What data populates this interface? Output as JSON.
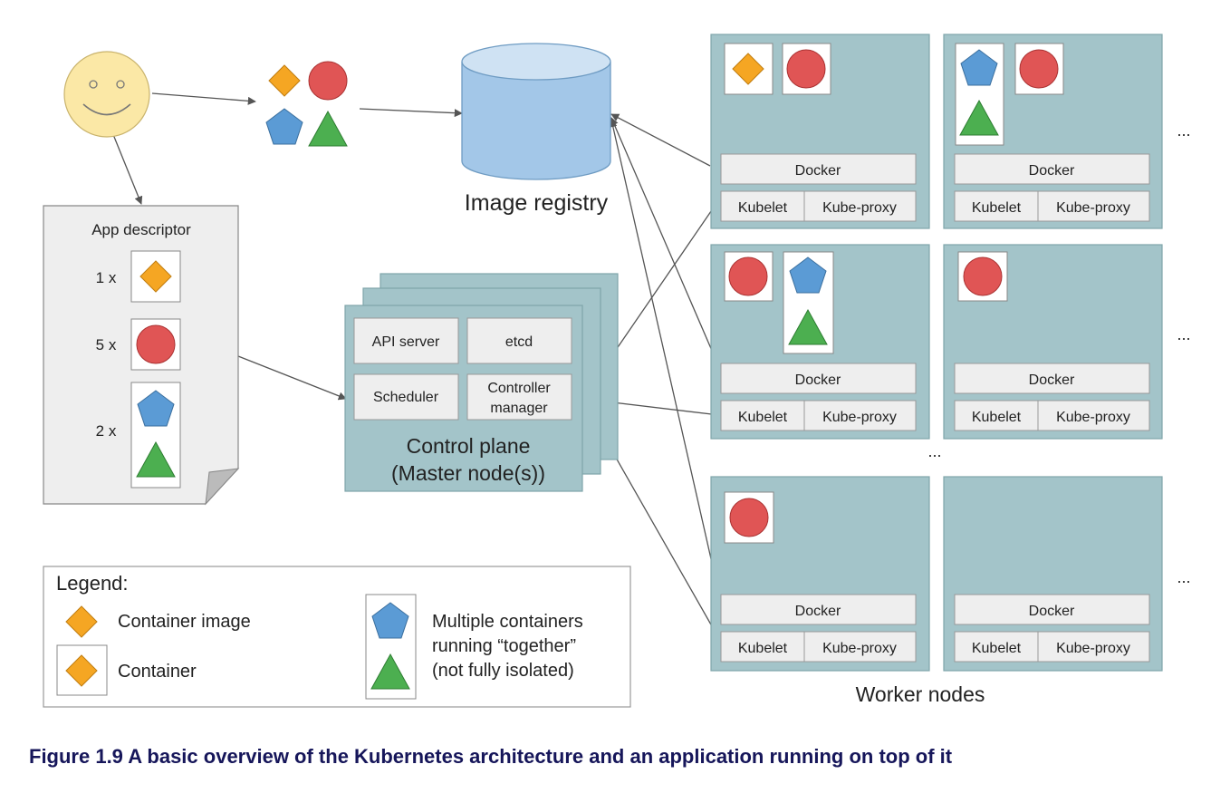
{
  "colors": {
    "diamond": "#f5a623",
    "circle": "#e05555",
    "pentagon": "#5b9bd5",
    "triangle": "#4caf50",
    "node_fill": "#a3c4c9",
    "box_fill": "#eeeeee",
    "registry_fill": "#a3c7e8",
    "face_fill": "#fbe8a6",
    "caption": "#16165a"
  },
  "registry": {
    "label": "Image registry"
  },
  "app_descriptor": {
    "title": "App descriptor",
    "rows": [
      {
        "count": "1 x",
        "icons": [
          "diamond-icon"
        ]
      },
      {
        "count": "5 x",
        "icons": [
          "circle-icon"
        ]
      },
      {
        "count": "2 x",
        "icons": [
          "pentagon-icon",
          "triangle-icon"
        ]
      }
    ]
  },
  "control_plane": {
    "api_server": "API server",
    "etcd": "etcd",
    "scheduler": "Scheduler",
    "controller_line1": "Controller",
    "controller_line2": "manager",
    "title_line1": "Control plane",
    "title_line2": "(Master node(s))"
  },
  "worker": {
    "docker": "Docker",
    "kubelet": "Kubelet",
    "kube_proxy": "Kube-proxy",
    "label": "Worker nodes",
    "ellipsis": "..."
  },
  "legend": {
    "title": "Legend:",
    "container_image": "Container image",
    "container": "Container",
    "multi_line1": "Multiple containers",
    "multi_line2": "running “together”",
    "multi_line3": "(not fully isolated)"
  },
  "caption": "Figure 1.9 A basic overview of the Kubernetes architecture and an application running on top of it"
}
